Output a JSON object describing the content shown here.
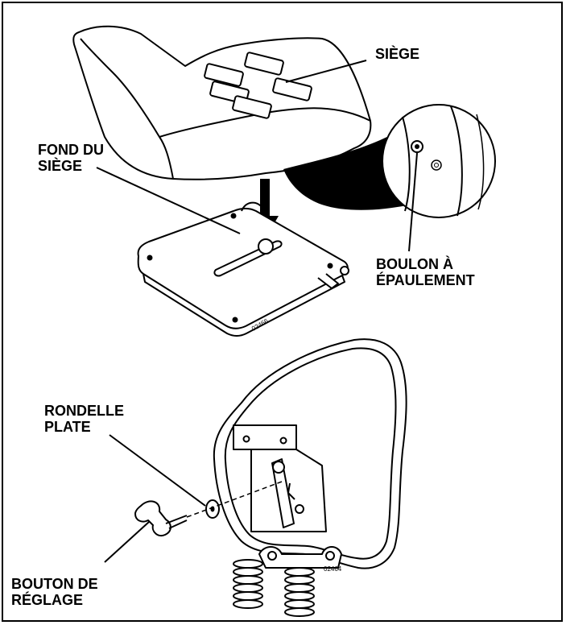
{
  "labels": {
    "siege": "SIÈGE",
    "fond_du_siege": [
      "FOND DU",
      "SIÈGE"
    ],
    "boulon_a_epaulement": [
      "BOULON À",
      "ÉPAULEMENT"
    ],
    "rondelle_plate": [
      "RONDELLE",
      "PLATE"
    ],
    "bouton_de_reglage": [
      "BOUTON DE",
      "RÉGLAGE"
    ]
  },
  "figure_codes": {
    "top": "02466",
    "bottom": "02464"
  }
}
